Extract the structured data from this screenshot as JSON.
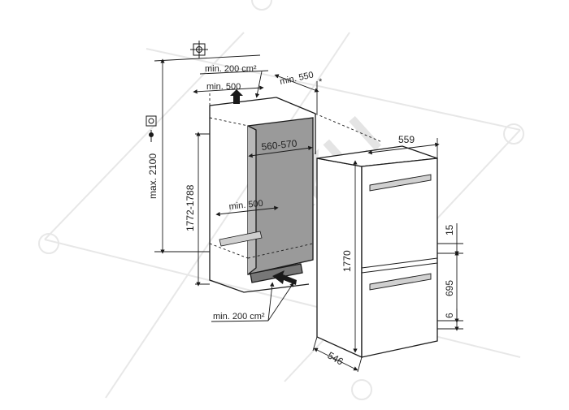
{
  "diagram": {
    "colors": {
      "line": "#1a1a1a",
      "niche": "#9a9a9a",
      "fridge_face": "#ffffff",
      "watermark": "#e3e3e3"
    },
    "watermark": "KKLI",
    "labels": {
      "ventilation_top": "min. 200 cm²",
      "ventilation_bottom": "min. 200 cm²",
      "depth_top": "min. 500",
      "depth_inner": "min. 500",
      "depth_niche": "min. 550",
      "niche_asterisk": "*",
      "max_height": "max. 2100",
      "niche_height": "1772-1788",
      "niche_width": "560-570",
      "appliance_width": "559",
      "appliance_height": "1770",
      "appliance_depth": "546",
      "gap_top": "15",
      "door_lower": "695",
      "gap_bottom": "6"
    },
    "icons": [
      "ground-symbol-icon",
      "power-plug-icon"
    ]
  }
}
